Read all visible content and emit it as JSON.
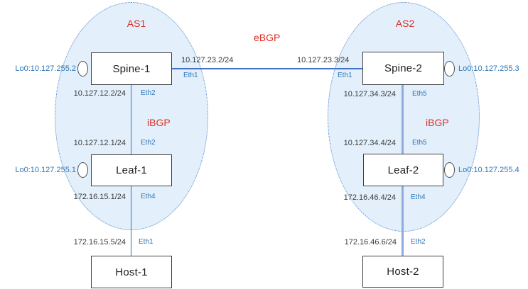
{
  "diagram_title": "spine-leaf-bgp-topology",
  "colors": {
    "as_fill": "#e3f0fb",
    "as_border": "#5b8ac6",
    "ebgp_link": "#4472c4",
    "link_dark": "#2e75b6",
    "link_light": "#8faadc",
    "red_label": "#de2c23",
    "blue_label": "#2e75b6",
    "ip_label": "#3b3b3b",
    "node_border": "#3f3f3f"
  },
  "ebgp": {
    "label": "eBGP",
    "left": {
      "ip": "10.127.23.2/24",
      "iface": "Eth1"
    },
    "right": {
      "ip": "10.127.23.3/24",
      "iface": "Eth1"
    }
  },
  "as1": {
    "label": "AS1",
    "ibgp_label": "iBGP",
    "spine": {
      "label": "Spine-1",
      "loopback": "Lo0:10.127.255.2"
    },
    "leaf": {
      "label": "Leaf-1",
      "loopback": "Lo0:10.127.255.1"
    },
    "host": {
      "label": "Host-1"
    },
    "links": {
      "spine_down": {
        "ip": "10.127.12.2/24",
        "iface": "Eth2"
      },
      "leaf_up": {
        "ip": "10.127.12.1/24",
        "iface": "Eth2"
      },
      "leaf_down": {
        "ip": "172.16.15.1/24",
        "iface": "Eth4"
      },
      "host_up": {
        "ip": "172.16.15.5/24",
        "iface": "Eth1"
      }
    }
  },
  "as2": {
    "label": "AS2",
    "ibgp_label": "iBGP",
    "spine": {
      "label": "Spine-2",
      "loopback": "Lo0:10.127.255.3"
    },
    "leaf": {
      "label": "Leaf-2",
      "loopback": "Lo0:10.127.255.4"
    },
    "host": {
      "label": "Host-2"
    },
    "links": {
      "spine_down": {
        "ip": "10.127.34.3/24",
        "iface": "Eth5"
      },
      "leaf_up": {
        "ip": "10.127.34.4/24",
        "iface": "Eth5"
      },
      "leaf_down": {
        "ip": "172.16.46.4/24",
        "iface": "Eth4"
      },
      "host_up": {
        "ip": "172.16.46.6/24",
        "iface": "Eth2"
      }
    }
  }
}
